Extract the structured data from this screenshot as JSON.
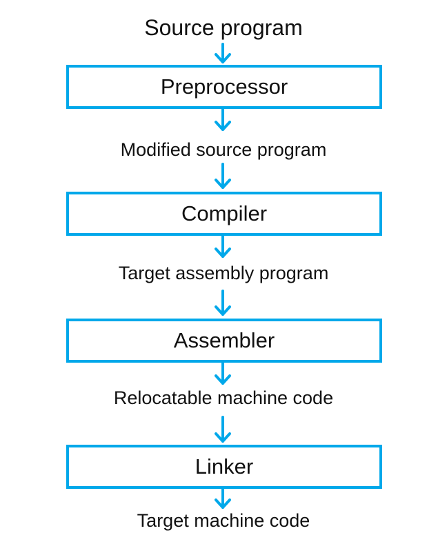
{
  "diagram": {
    "source_label": "Source program",
    "stages": [
      {
        "name": "Preprocessor",
        "output": "Modified source program"
      },
      {
        "name": "Compiler",
        "output": "Target assembly program"
      },
      {
        "name": "Assembler",
        "output": "Relocatable machine code"
      },
      {
        "name": "Linker",
        "output": "Target machine code"
      }
    ],
    "colors": {
      "accent": "#00a8ea",
      "text": "#111111",
      "background": "#ffffff"
    }
  }
}
